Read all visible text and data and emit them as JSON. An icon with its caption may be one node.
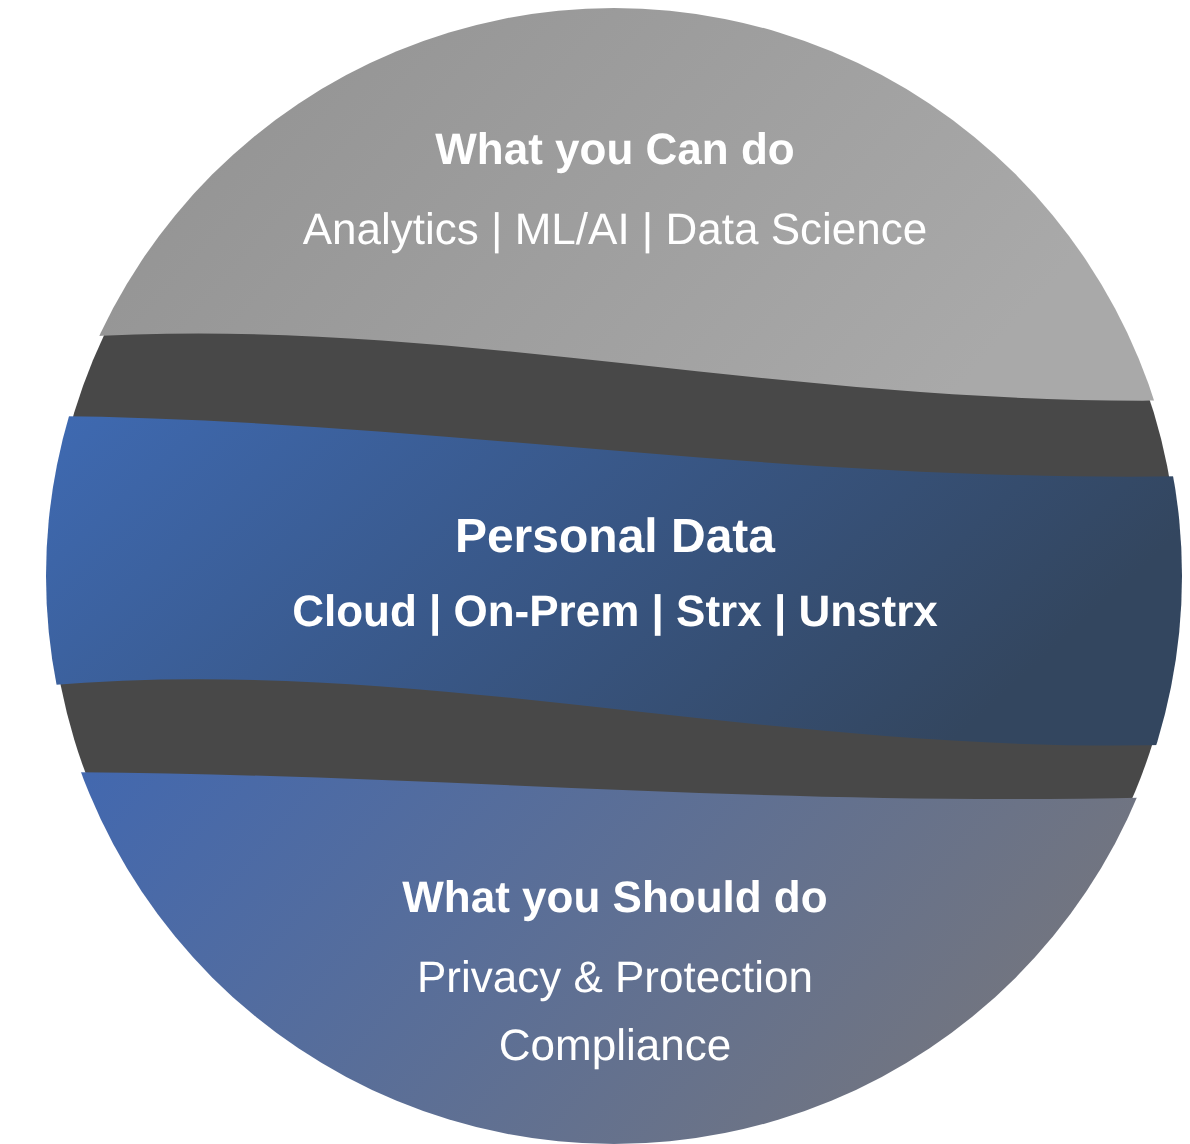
{
  "diagram": {
    "nodes": [
      {
        "text": [
          "What you Can do",
          "Analytics | ML/AI | Data Science"
        ]
      },
      {
        "text": [
          "Personal Data",
          "Cloud | On-Prem | Strx | Unstrx"
        ]
      },
      {
        "text": [
          "What you Should do",
          "Privacy & Protection Compliance"
        ]
      }
    ]
  }
}
